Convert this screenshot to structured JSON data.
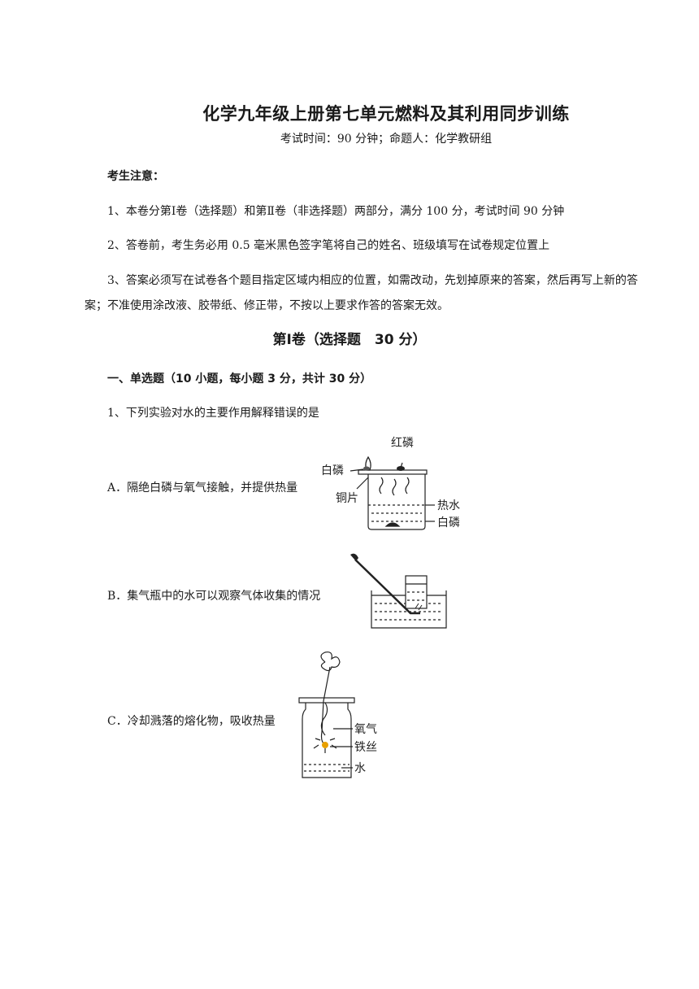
{
  "title": "化学九年级上册第七单元燃料及其利用同步训练",
  "subtitle": "考试时间：90 分钟；命题人：化学教研组",
  "notice": {
    "heading": "考生注意：",
    "items": [
      "1、本卷分第Ⅰ卷（选择题）和第Ⅱ卷（非选择题）两部分，满分 100 分，考试时间 90 分钟",
      "2、答卷前，考生务必用 0.5 毫米黑色签字笔将自己的姓名、班级填写在试卷规定位置上",
      "3、答案必须写在试卷各个题目指定区域内相应的位置，如需改动，先划掉原来的答案，然后再写上新的答案；不准使用涂改液、胶带纸、修正带，不按以上要求作答的答案无效。"
    ]
  },
  "section_title": "第Ⅰ卷（选择题　30 分）",
  "part_title": "一、单选题（10 小题，每小题 3 分，共计 30 分）",
  "question": {
    "stem": "1、下列实验对水的主要作用解释错误的是",
    "options": [
      {
        "text": "A．隔绝白磷与氧气接触，并提供热量",
        "labels": {
          "red_p": "红磷",
          "white_p_top": "白磷",
          "copper": "铜片",
          "hot_water": "热水",
          "white_p_bottom": "白磷"
        }
      },
      {
        "text": "B．集气瓶中的水可以观察气体收集的情况"
      },
      {
        "text": "C．冷却溅落的熔化物，吸收热量",
        "labels": {
          "oxygen": "氧气",
          "iron_wire": "铁丝",
          "water": "水"
        }
      }
    ]
  }
}
